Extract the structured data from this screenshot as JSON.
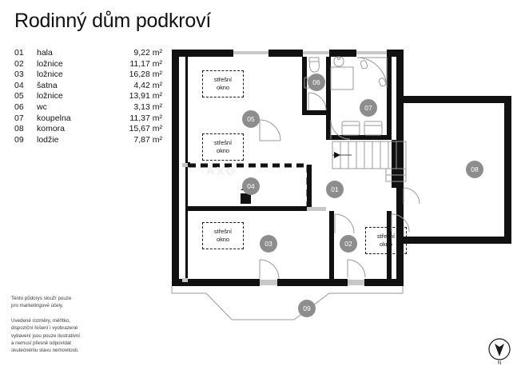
{
  "page": {
    "title": "Rodinný dům podkroví",
    "watermark": "AXO"
  },
  "legend": {
    "rows": [
      {
        "num": "01",
        "name": "hala",
        "area": "9,22 m²"
      },
      {
        "num": "02",
        "name": "ložnice",
        "area": "11,17 m²"
      },
      {
        "num": "03",
        "name": "ložnice",
        "area": "16,28 m²"
      },
      {
        "num": "04",
        "name": "šatna",
        "area": "4,42 m²"
      },
      {
        "num": "05",
        "name": "ložnice",
        "area": "13,91 m²"
      },
      {
        "num": "06",
        "name": "wc",
        "area": "3,13 m²"
      },
      {
        "num": "07",
        "name": "koupelna",
        "area": "11,37 m²"
      },
      {
        "num": "08",
        "name": "komora",
        "area": "15,67 m²"
      },
      {
        "num": "09",
        "name": "lodžie",
        "area": "7,87 m²"
      }
    ]
  },
  "disclaimer": {
    "line1": "Tento půdorys slouží pouze",
    "line2": "pro marketingové účely.",
    "line3": "Uvedené rozměry, měřítko,",
    "line4": "dispoziční řešení i vyobrazené",
    "line5": "vybavení jsou pouze ilustrativní",
    "line6": "a nemusí přesně odpovídat",
    "line7": "skutečnému stavu nemovitosti."
  },
  "plan": {
    "badges": [
      {
        "id": "01",
        "label": "01"
      },
      {
        "id": "02",
        "label": "02"
      },
      {
        "id": "03",
        "label": "03"
      },
      {
        "id": "04",
        "label": "04"
      },
      {
        "id": "05",
        "label": "05"
      },
      {
        "id": "06",
        "label": "06"
      },
      {
        "id": "07",
        "label": "07"
      },
      {
        "id": "08",
        "label": "08"
      },
      {
        "id": "09",
        "label": "09"
      }
    ],
    "skylights": [
      {
        "id": "sk1",
        "line1": "střešní",
        "line2": "okno"
      },
      {
        "id": "sk2",
        "line1": "střešní",
        "line2": "okno"
      },
      {
        "id": "sk3",
        "line1": "střešní",
        "line2": "okno"
      },
      {
        "id": "sk4",
        "line1": "střešní",
        "line2": "okno"
      }
    ],
    "compass": {
      "label": "N"
    },
    "colors": {
      "wall": "#111111",
      "thin_line": "#9a9a9a",
      "badge": "#8d8d8d",
      "window": "#c9c9c9",
      "background": "#ffffff"
    }
  }
}
